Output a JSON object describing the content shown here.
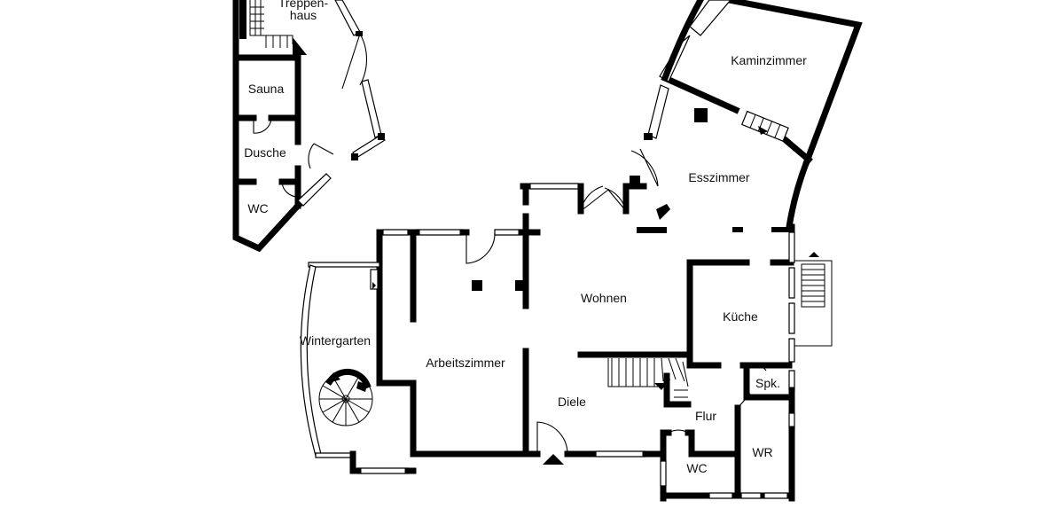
{
  "rooms": {
    "treppenhaus_line1": "Treppen-",
    "treppenhaus_line2": "haus",
    "sauna": "Sauna",
    "dusche": "Dusche",
    "wc_upper": "WC",
    "kaminzimmer": "Kaminzimmer",
    "esszimmer": "Esszimmer",
    "wohnen": "Wohnen",
    "kueche": "Küche",
    "wintergarten": "Wintergarten",
    "arbeitszimmer": "Arbeitszimmer",
    "diele": "Diele",
    "spk": "Spk.",
    "flur": "Flur",
    "wr": "WR",
    "wc_lower": "WC"
  },
  "colors": {
    "wall": "#000000",
    "background": "#ffffff",
    "text": "#111111"
  }
}
